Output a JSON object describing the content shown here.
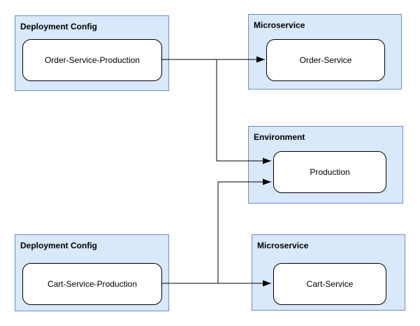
{
  "diagram": {
    "background": "#ffffff",
    "groups": [
      {
        "title": "Deployment Config",
        "node": "Order-Service-Production"
      },
      {
        "title": "Microservice",
        "node": "Order-Service"
      },
      {
        "title": "Environment",
        "node": "Production"
      },
      {
        "title": "Deployment Config",
        "node": "Cart-Service-Production"
      },
      {
        "title": "Microservice",
        "node": "Cart-Service"
      }
    ],
    "edges": [
      {
        "from": "Order-Service-Production",
        "to": "Order-Service"
      },
      {
        "from": "Order-Service-Production",
        "to": "Production"
      },
      {
        "from": "Cart-Service-Production",
        "to": "Cart-Service"
      },
      {
        "from": "Cart-Service-Production",
        "to": "Production"
      }
    ],
    "colors": {
      "group_fill": "#dae8fc",
      "group_border": "#6c8ebf",
      "node_fill": "#ffffff",
      "node_border": "#000000",
      "edge": "#000000",
      "title_text": "#000000",
      "label_text": "#000000"
    }
  }
}
